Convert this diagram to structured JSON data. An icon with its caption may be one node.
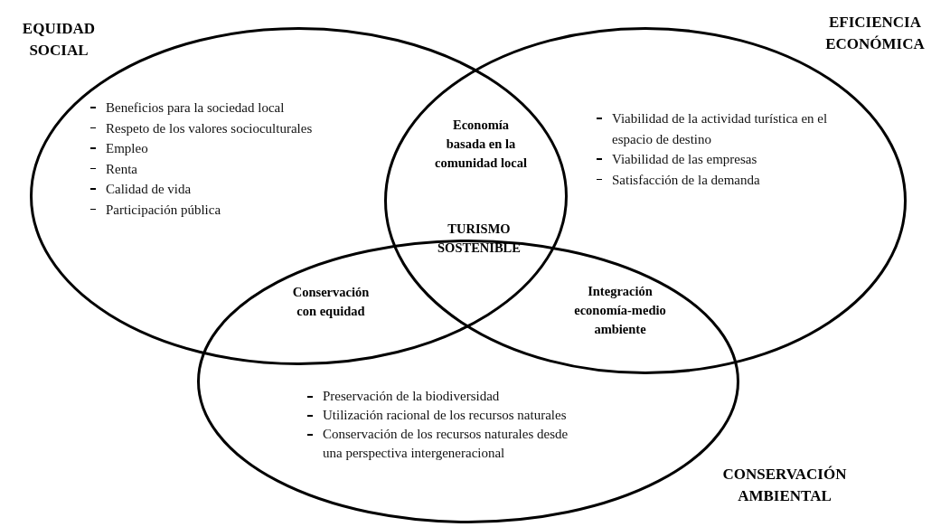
{
  "diagram": {
    "nodes": [
      {
        "text": [
          "EQUIDAD SOCIAL",
          "Beneficios para la sociedad local",
          "Respeto de los valores socioculturales",
          "Empleo",
          "Renta",
          "Calidad de vida",
          "Participación pública"
        ]
      },
      {
        "text": [
          "EFICIENCIA ECONÓMICA",
          "Viabilidad de la actividad turística en el espacio de destino",
          "Viabilidad de las empresas",
          "Satisfacción de la demanda"
        ]
      },
      {
        "text": [
          "CONSERVACIÓN AMBIENTAL",
          "Preservación de la biodiversidad",
          "Utilización racional de los recursos naturales",
          "Conservación de los recursos naturales desde una perspectiva intergeneracional"
        ]
      }
    ],
    "labels": [
      "Economía basada en la comunidad local",
      "TURISMO SOSTENIBLE",
      "Conservación con equidad",
      "Integración economía-medio ambiente"
    ]
  }
}
